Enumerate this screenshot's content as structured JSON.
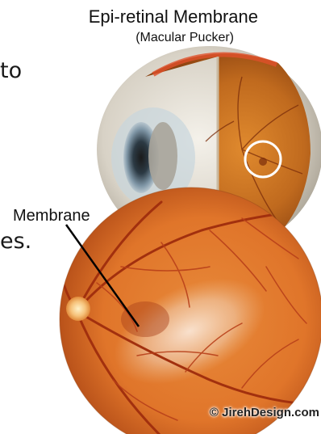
{
  "page_fragments": [
    "to",
    "es."
  ],
  "figure": {
    "title": "Epi-retinal Membrane",
    "subtitle": "(Macular Pucker)",
    "label": "Membrane",
    "credit": "© JirehDesign.com"
  }
}
